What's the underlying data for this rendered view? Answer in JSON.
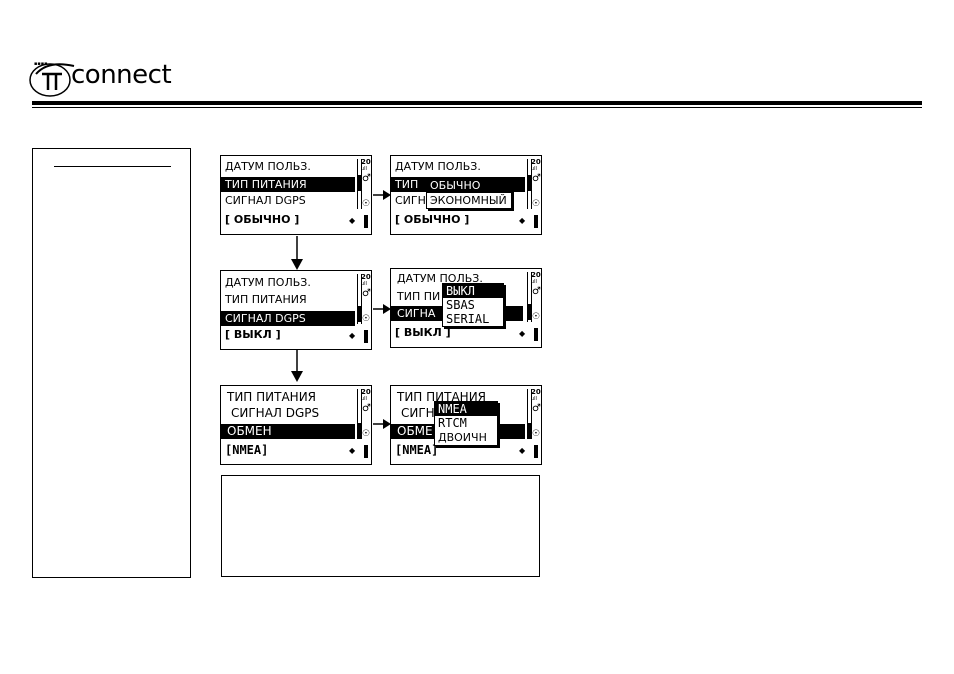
{
  "logo": {
    "text": "connect"
  },
  "screens": {
    "s1": {
      "rows": [
        "ДАТУМ ПОЛЬЗ.",
        "ТИП ПИТАНИЯ",
        "СИГНАЛ DGPS"
      ],
      "value": "[ ОБЫЧНО ]"
    },
    "s2": {
      "rows": [
        "ДАТУМ ПОЛЬЗ.",
        "ТИП",
        "СИГН"
      ],
      "value": "[ ОБЫЧНО ]",
      "popup": [
        "ОБЫЧНО",
        "ЭКОНОМНЫЙ"
      ]
    },
    "s3": {
      "rows": [
        "ДАТУМ ПОЛЬЗ.",
        "ТИП ПИТАНИЯ",
        "СИГНАЛ DGPS"
      ],
      "value": "[ ВЫКЛ ]"
    },
    "s4": {
      "rows": [
        "ДАТУМ ПОЛЬЗ.",
        "ТИП ПИ",
        "СИГНА"
      ],
      "value": "[ ВЫКЛ ]",
      "popup": [
        "ВЫКЛ",
        "SBAS",
        "SERIAL"
      ]
    },
    "s5": {
      "rows": [
        "ТИП ПИТАНИЯ",
        "СИГНАЛ DGPS",
        "ОБМЕН"
      ],
      "value": "[NMEA]"
    },
    "s6": {
      "rows": [
        "ТИП ПИТАНИЯ",
        "СИГН",
        "ОБМЕ"
      ],
      "value": "[NMEA]",
      "popup": [
        "NMEA",
        "RTCM",
        "ДВОИЧН"
      ]
    }
  },
  "status": {
    "number": "20",
    "sub": "ull"
  }
}
